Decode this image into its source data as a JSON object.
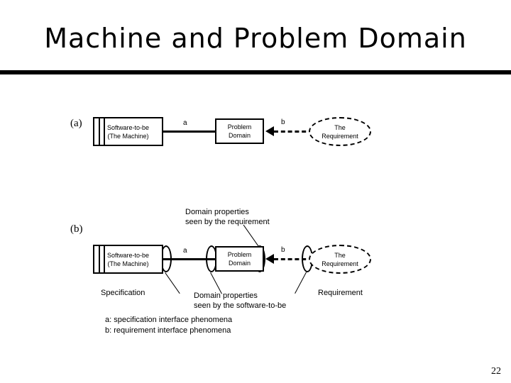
{
  "slide": {
    "title": "Machine and Problem Domain",
    "page_number": "22"
  },
  "diagram_a": {
    "panel_label": "(a)",
    "machine": {
      "line1": "Software-to-be",
      "line2": "(The Machine)"
    },
    "problem_domain": {
      "line1": "Problem",
      "line2": "Domain"
    },
    "requirement": {
      "line1": "The",
      "line2": "Requirement"
    },
    "edge_a_label": "a",
    "edge_b_label": "b"
  },
  "diagram_b": {
    "panel_label": "(b)",
    "machine": {
      "line1": "Software-to-be",
      "line2": "(The Machine)"
    },
    "problem_domain": {
      "line1": "Problem",
      "line2": "Domain"
    },
    "requirement": {
      "line1": "The",
      "line2": "Requirement"
    },
    "edge_a_label": "a",
    "edge_b_label": "b",
    "callout_top": {
      "line1": "Domain properties",
      "line2": "seen by the requirement"
    },
    "callout_specification": "Specification",
    "callout_domain_props": {
      "line1": "Domain properties",
      "line2": "seen by the software-to-be"
    },
    "callout_requirement": "Requirement"
  },
  "legend": {
    "line_a": "a: specification interface phenomena",
    "line_b": "b: requirement interface phenomena"
  },
  "colors": {
    "ink": "#000000",
    "background": "#ffffff"
  }
}
